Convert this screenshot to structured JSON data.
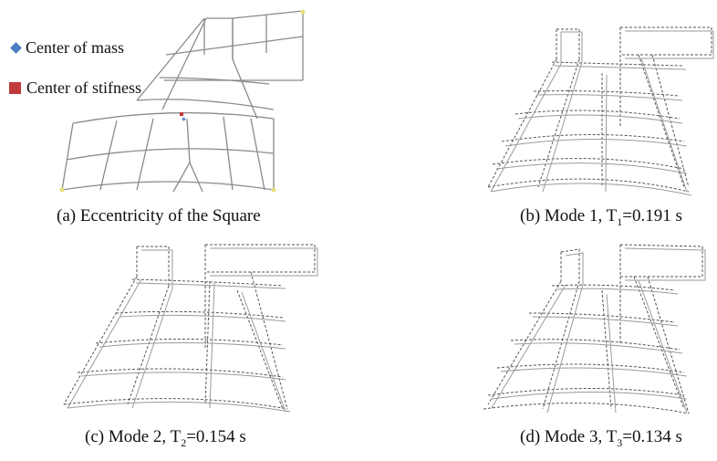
{
  "legend": {
    "mass_label": "Center of mass",
    "stiffness_label": "Center of stifness",
    "mass_color": "#4a7fc4",
    "stiffness_color": "#c0393b"
  },
  "panels": [
    {
      "id": "a",
      "caption": "(a) Eccentricity of the Square"
    },
    {
      "id": "b",
      "caption_prefix": "(b) Mode 1, T",
      "caption_sub": "1",
      "caption_suffix": "=0.191 s"
    },
    {
      "id": "c",
      "caption_prefix": "(c) Mode 2, T",
      "caption_sub": "2",
      "caption_suffix": "=0.154 s"
    },
    {
      "id": "d",
      "caption_prefix": "(d) Mode 3, T",
      "caption_sub": "3",
      "caption_suffix": "=0.134 s"
    }
  ]
}
